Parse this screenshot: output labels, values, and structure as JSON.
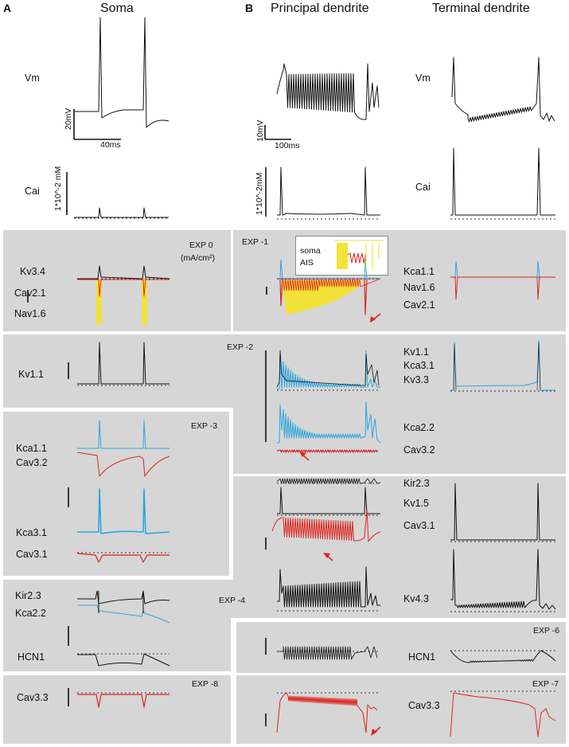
{
  "panel_letters": {
    "a": "A",
    "b": "B"
  },
  "titles": {
    "soma": "Soma",
    "principal": "Principal dendrite",
    "terminal": "Terminal dendrite"
  },
  "top_labels": {
    "vm_left": "Vm",
    "cai_left": "Cai",
    "vm_right": "Vm",
    "cai_right": "Cai"
  },
  "scales": {
    "soma_v": "20mV",
    "soma_t": "40ms",
    "soma_ca": "1*10^-2 mM",
    "pd_v": "10mV",
    "pd_t": "100ms",
    "pd_ca": "1*10^-2mM"
  },
  "exp": {
    "e0": "EXP 0",
    "e0_unit": "(mA/cm²)",
    "e1": "EXP -1",
    "e2": "EXP -2",
    "e3": "EXP -3",
    "e4": "EXP -4",
    "e6": "EXP -6",
    "e7": "EXP -7",
    "e8": "EXP -8"
  },
  "inset": {
    "soma": "soma",
    "ais": "AIS"
  },
  "channels": {
    "kv34": "Kv3.4",
    "cav21_l": "Cav2.1",
    "nav16_l": "Nav1.6",
    "kca11_r": "Kca1.1",
    "nav16_r": "Nav1.6",
    "cav21_r": "Cav2.1",
    "kv11_l": "Kv1.1",
    "kv11_r": "Kv1.1",
    "kca31_r": "Kca3.1",
    "kv33": "Kv3.3",
    "kca22_r": "Kca2.2",
    "cav32_r": "Cav3.2",
    "kca11_l": "Kca1.1",
    "cav32_l": "Cav3.2",
    "kca31_l": "Kca3.1",
    "cav31_l": "Cav3.1",
    "kir23_r": "Kir2.3",
    "kv15": "Kv1.5",
    "cav31_r": "Cav3.1",
    "kv43": "Kv4.3",
    "kir23_l": "Kir2.3",
    "kca22_l": "Kca2.2",
    "hcn1_l": "HCN1",
    "hcn1_r": "HCN1",
    "cav33_l": "Cav3.3",
    "cav33_r": "Cav3.3"
  },
  "colors": {
    "panel": "#d6d6d6",
    "yellow": "#f2e23a",
    "blue": "#29a6e0",
    "red": "#e0241c",
    "black": "#111111",
    "arrow": "#e0241c"
  }
}
